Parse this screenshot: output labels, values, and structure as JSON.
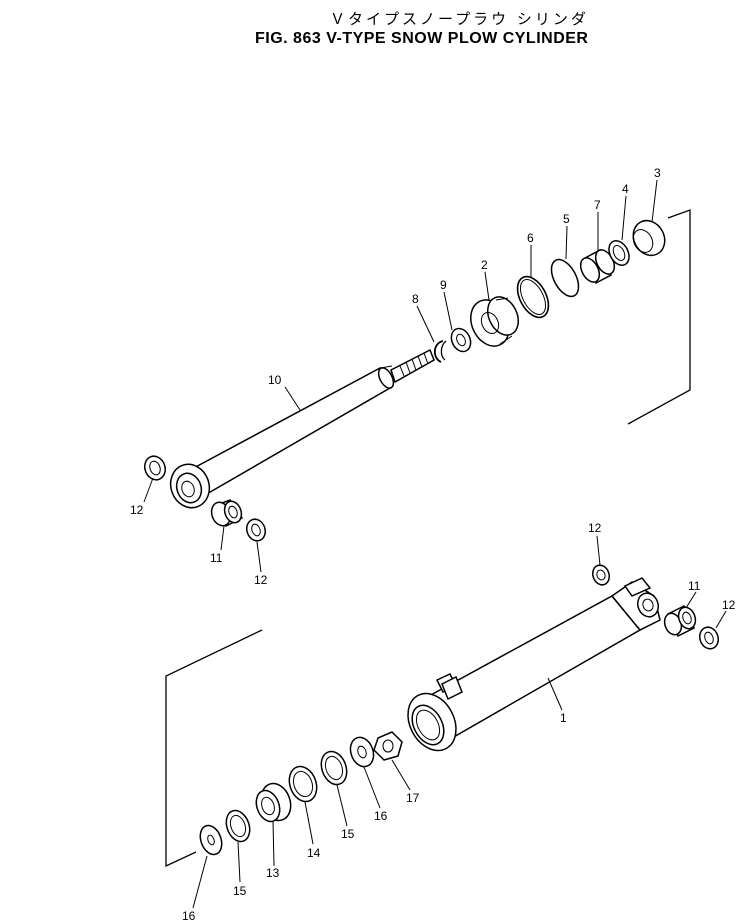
{
  "title": {
    "japanese": "Ｖタイプスノープラウ シリンダ",
    "english": "FIG. 863  V-TYPE SNOW PLOW CYLINDER"
  },
  "callouts": [
    "3",
    "7",
    "4",
    "5",
    "6",
    "2",
    "9",
    "8",
    "10",
    "12",
    "11",
    "12",
    "12",
    "11",
    "12",
    "1",
    "17",
    "16",
    "15",
    "14",
    "13",
    "15",
    "16"
  ]
}
